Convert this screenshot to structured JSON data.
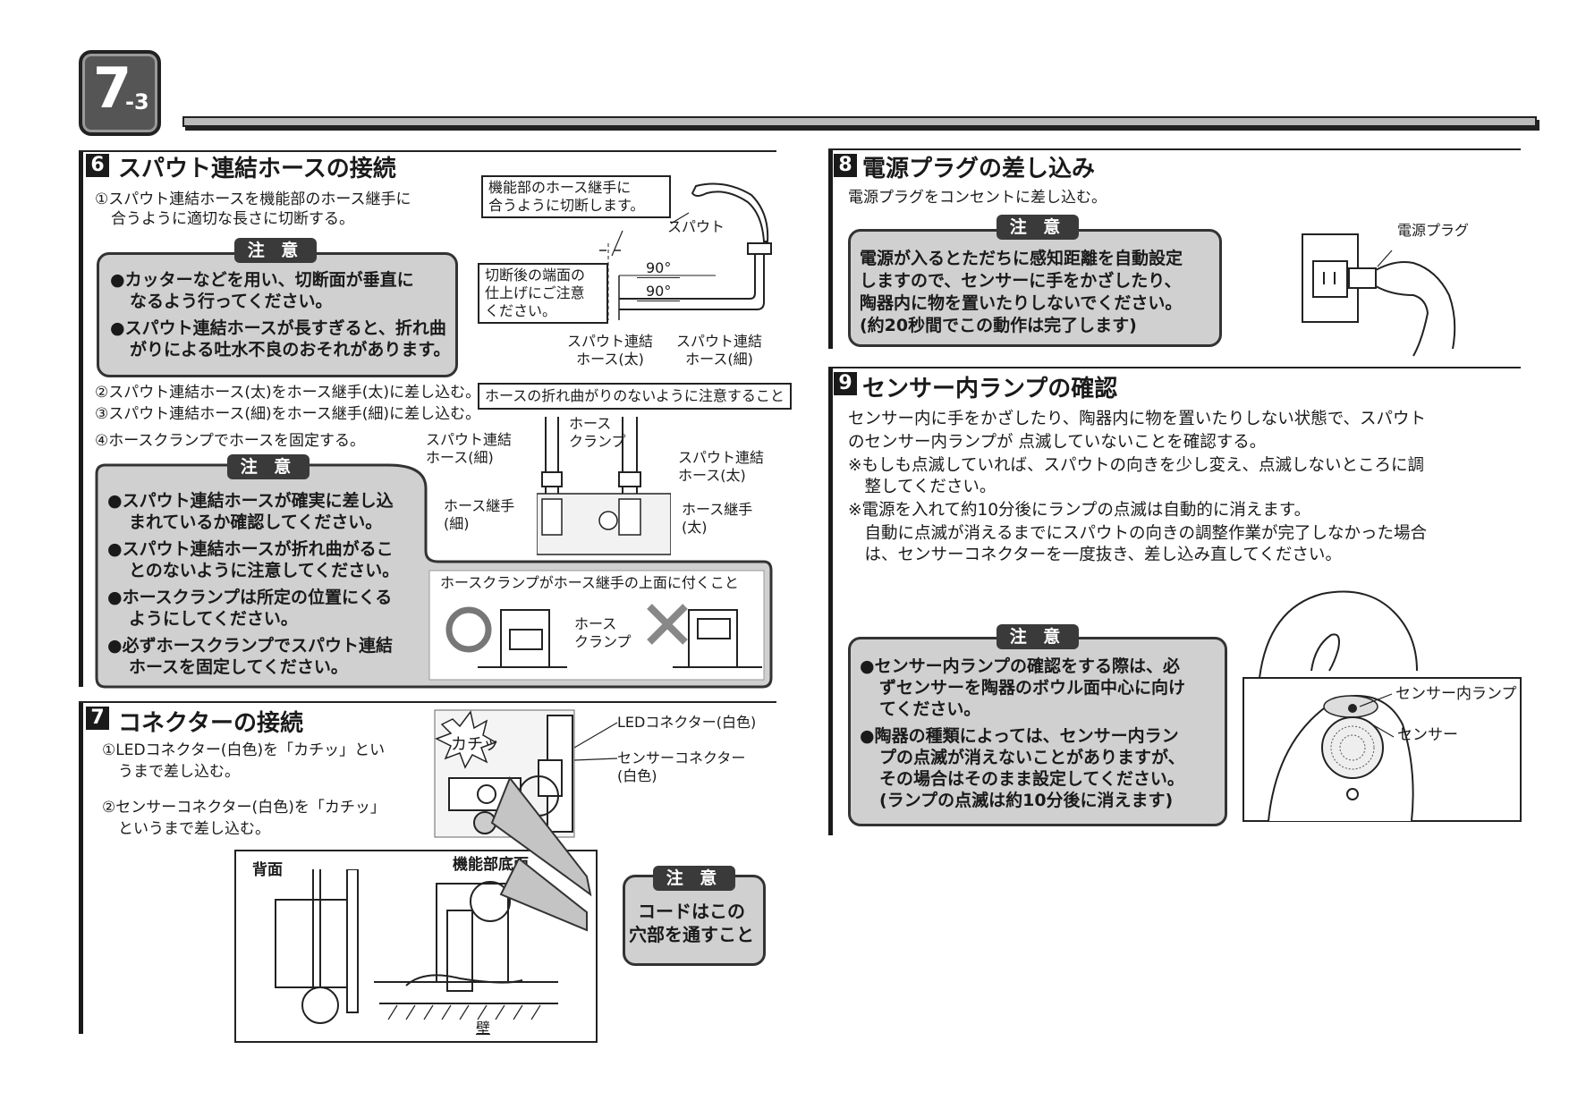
{
  "header": {
    "step_big": "7",
    "step_small": "-3"
  },
  "sec6": {
    "num": "6",
    "title": "スパウト連結ホースの接続",
    "step1a": "①スパウト連結ホースを機能部のホース継手に",
    "step1b": "合うように適切な長さに切断する。",
    "caution_tag": "注 意",
    "caution1": [
      "●カッターなどを用い、切断面が垂直に",
      "なるよう行ってください。",
      "●スパウト連結ホースが長すぎると、折れ曲",
      "がりによる吐水不良のおそれがあります。"
    ],
    "step2": "②スパウト連結ホース(太)をホース継手(太)に差し込む。",
    "step3": "③スパウト連結ホース(細)をホース継手(細)に差し込む。",
    "step4": "④ホースクランプでホースを固定する。",
    "caution2_tag": "注 意",
    "caution2": [
      "●スパウト連結ホースが確実に差し込",
      "まれているか確認してください。",
      "●スパウト連結ホースが折れ曲がるこ",
      "とのないように注意してください。",
      "●ホースクランプは所定の位置にくる",
      "ようにしてください。",
      "●必ずホースクランプでスパウト連結",
      "ホースを固定してください。"
    ],
    "fig1_box": [
      "機能部のホース継手に",
      "合うように切断します。"
    ],
    "fig1_spout": "スパウト",
    "fig1_note": [
      "切断後の端面の",
      "仕上げにご注意",
      "ください。"
    ],
    "fig1_deg1": "90°",
    "fig1_deg2": "90°",
    "fig1_hose_thick": [
      "スパウト連結",
      "ホース(太)"
    ],
    "fig1_hose_thin": [
      "スパウト連結",
      "ホース(細)"
    ],
    "fig2_title": "ホースの折れ曲がりのないように注意すること",
    "fig2_clamp": [
      "ホース",
      "クランプ"
    ],
    "fig2_hose_thin": [
      "スパウト連結",
      "ホース(細)"
    ],
    "fig2_hose_thick": [
      "スパウト連結",
      "ホース(太)"
    ],
    "fig2_joint_thin": [
      "ホース継手",
      "(細)"
    ],
    "fig2_joint_thick": [
      "ホース継手",
      "(太)"
    ],
    "fig3_title": "ホースクランプがホース継手の上面に付くこと",
    "fig3_clamp": [
      "ホース",
      "クランプ"
    ]
  },
  "sec7": {
    "num": "7",
    "title": "コネクターの接続",
    "step1a": "①LEDコネクター(白色)を「カチッ」とい",
    "step1b": "うまで差し込む。",
    "step2a": "②センサーコネクター(白色)を「カチッ」",
    "step2b": "というまで差し込む。",
    "click": "カチッ",
    "led_connector": "LEDコネクター(白色)",
    "sensor_connector": [
      "センサーコネクター",
      "(白色)"
    ],
    "back": "背面",
    "bottom": "機能部底面",
    "wall": "壁",
    "caution_tag": "注 意",
    "caution": [
      "コードはこの",
      "穴部を通すこと"
    ]
  },
  "sec8": {
    "num": "8",
    "title": "電源プラグの差し込み",
    "body": "電源プラグをコンセントに差し込む。",
    "caution_tag": "注 意",
    "caution": [
      "電源が入るとただちに感知距離を自動設定",
      "しますので、センサーに手をかざしたり、",
      "陶器内に物を置いたりしないでください。",
      "(約20秒間でこの動作は完了します)"
    ],
    "plug_label": "電源プラグ"
  },
  "sec9": {
    "num": "9",
    "title": "センサー内ランプの確認",
    "body": [
      "センサー内に手をかざしたり、陶器内に物を置いたりしない状態で、スパウト",
      "のセンサー内ランプが 点滅していないことを確認する。",
      "※もしも点滅していれば、スパウトの向きを少し変え、点滅しないところに調",
      "　整してください。",
      "※電源を入れて約10分後にランプの点滅は自動的に消えます。",
      "　自動に点滅が消えるまでにスパウトの向きの調整作業が完了しなかった場合",
      "　は、センサーコネクターを一度抜き、差し込み直してください。"
    ],
    "caution_tag": "注 意",
    "caution": [
      "●センサー内ランプの確認をする際は、必",
      "ずセンサーを陶器のボウル面中心に向け",
      "てください。",
      "●陶器の種類によっては、センサー内ラン",
      "プの点滅が消えないことがありますが、",
      "その場合はそのまま設定してください。",
      "(ランプの点滅は約10分後に消えます)"
    ],
    "lamp_label": "センサー内ランプ",
    "sensor_label": "センサー"
  }
}
